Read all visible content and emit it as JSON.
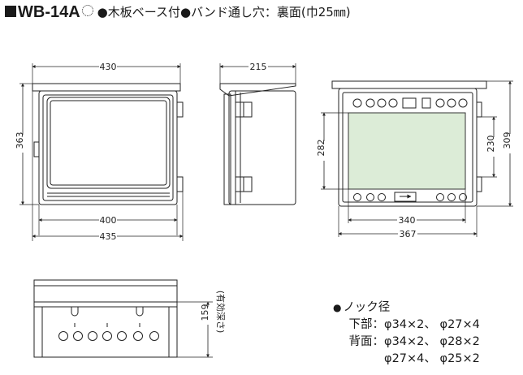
{
  "title": {
    "model": "WB-14A",
    "spec_1": "●木板ベース付",
    "spec_2": "●バンド通し穴：裏面(巾25㎜)"
  },
  "dimensions": {
    "front_width_outer": "430",
    "front_height": "363",
    "front_width_inner": "400",
    "front_width_total": "435",
    "side_depth": "215",
    "back_board_height": "282",
    "back_inner_height": "230",
    "back_outer_height": "309",
    "back_board_width": "340",
    "back_outer_width": "367",
    "bottom_depth_value": "159",
    "bottom_depth_note": "(有効深さ)"
  },
  "knock": {
    "heading": "ノック径",
    "bottom_label": "下部：",
    "bottom_values": "φ34×2、 φ27×4",
    "back_label": "背面：",
    "back_values_1": "φ34×2、 φ28×2",
    "back_values_2": "φ27×4、 φ25×2"
  },
  "colors": {
    "board": "#dcecd7",
    "lines": "#222222",
    "background": "#ffffff"
  }
}
